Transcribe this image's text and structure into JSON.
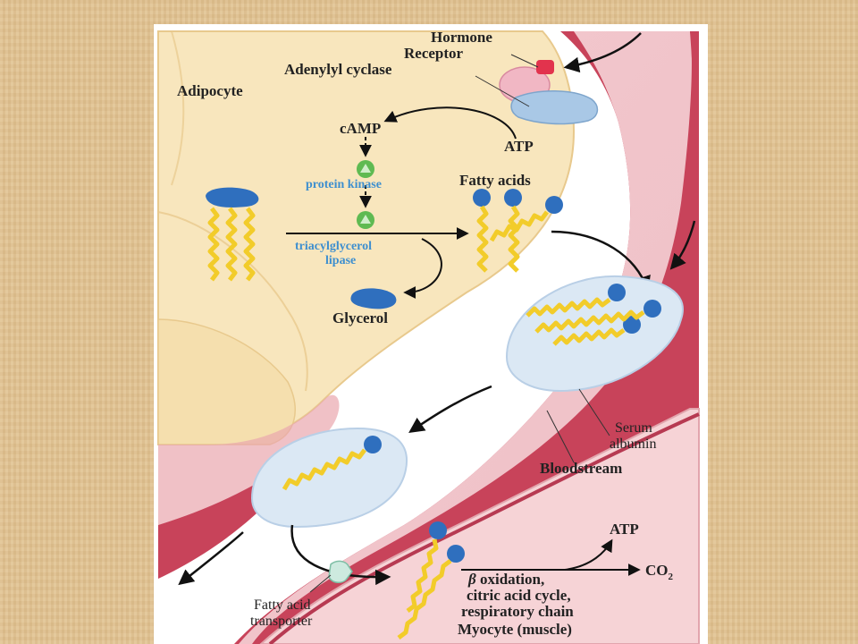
{
  "diagram": {
    "labels": {
      "hormone": "Hormone",
      "receptor": "Receptor",
      "adenylyl_cyclase": "Adenylyl cyclase",
      "adipocyte": "Adipocyte",
      "camp": "cAMP",
      "atp_top": "ATP",
      "protein_kinase": "protein kinase",
      "fatty_acids": "Fatty acids",
      "tag_lipase_line1": "triacylglycerol",
      "tag_lipase_line2": "lipase",
      "glycerol": "Glycerol",
      "serum_line1": "Serum",
      "serum_line2": "albumin",
      "bloodstream": "Bloodstream",
      "atp_right": "ATP",
      "co2": "CO",
      "co2_sub": "2",
      "beta": "β",
      "beta_ox": " oxidation,",
      "citric": "citric acid cycle,",
      "resp": "respiratory chain",
      "transporter_line1": "Fatty acid",
      "transporter_line2": "transporter",
      "myocyte": "Myocyte (muscle)"
    },
    "colors": {
      "slide_bg": "#e2c493",
      "cell": "#f8e6bd",
      "cell_edge": "#e8c98d",
      "vessel": "#c8435a",
      "vessel_light": "#e9a6ae",
      "albumin": "#dbe8f4",
      "head": "#2f6fbe",
      "tail": "#f2cc2a",
      "receptor": "#f1b7c4",
      "hormone": "#e2334d",
      "cyclase": "#a9c8e6",
      "kinase": "#5fba52",
      "label_blue": "#3e8fcf"
    }
  }
}
